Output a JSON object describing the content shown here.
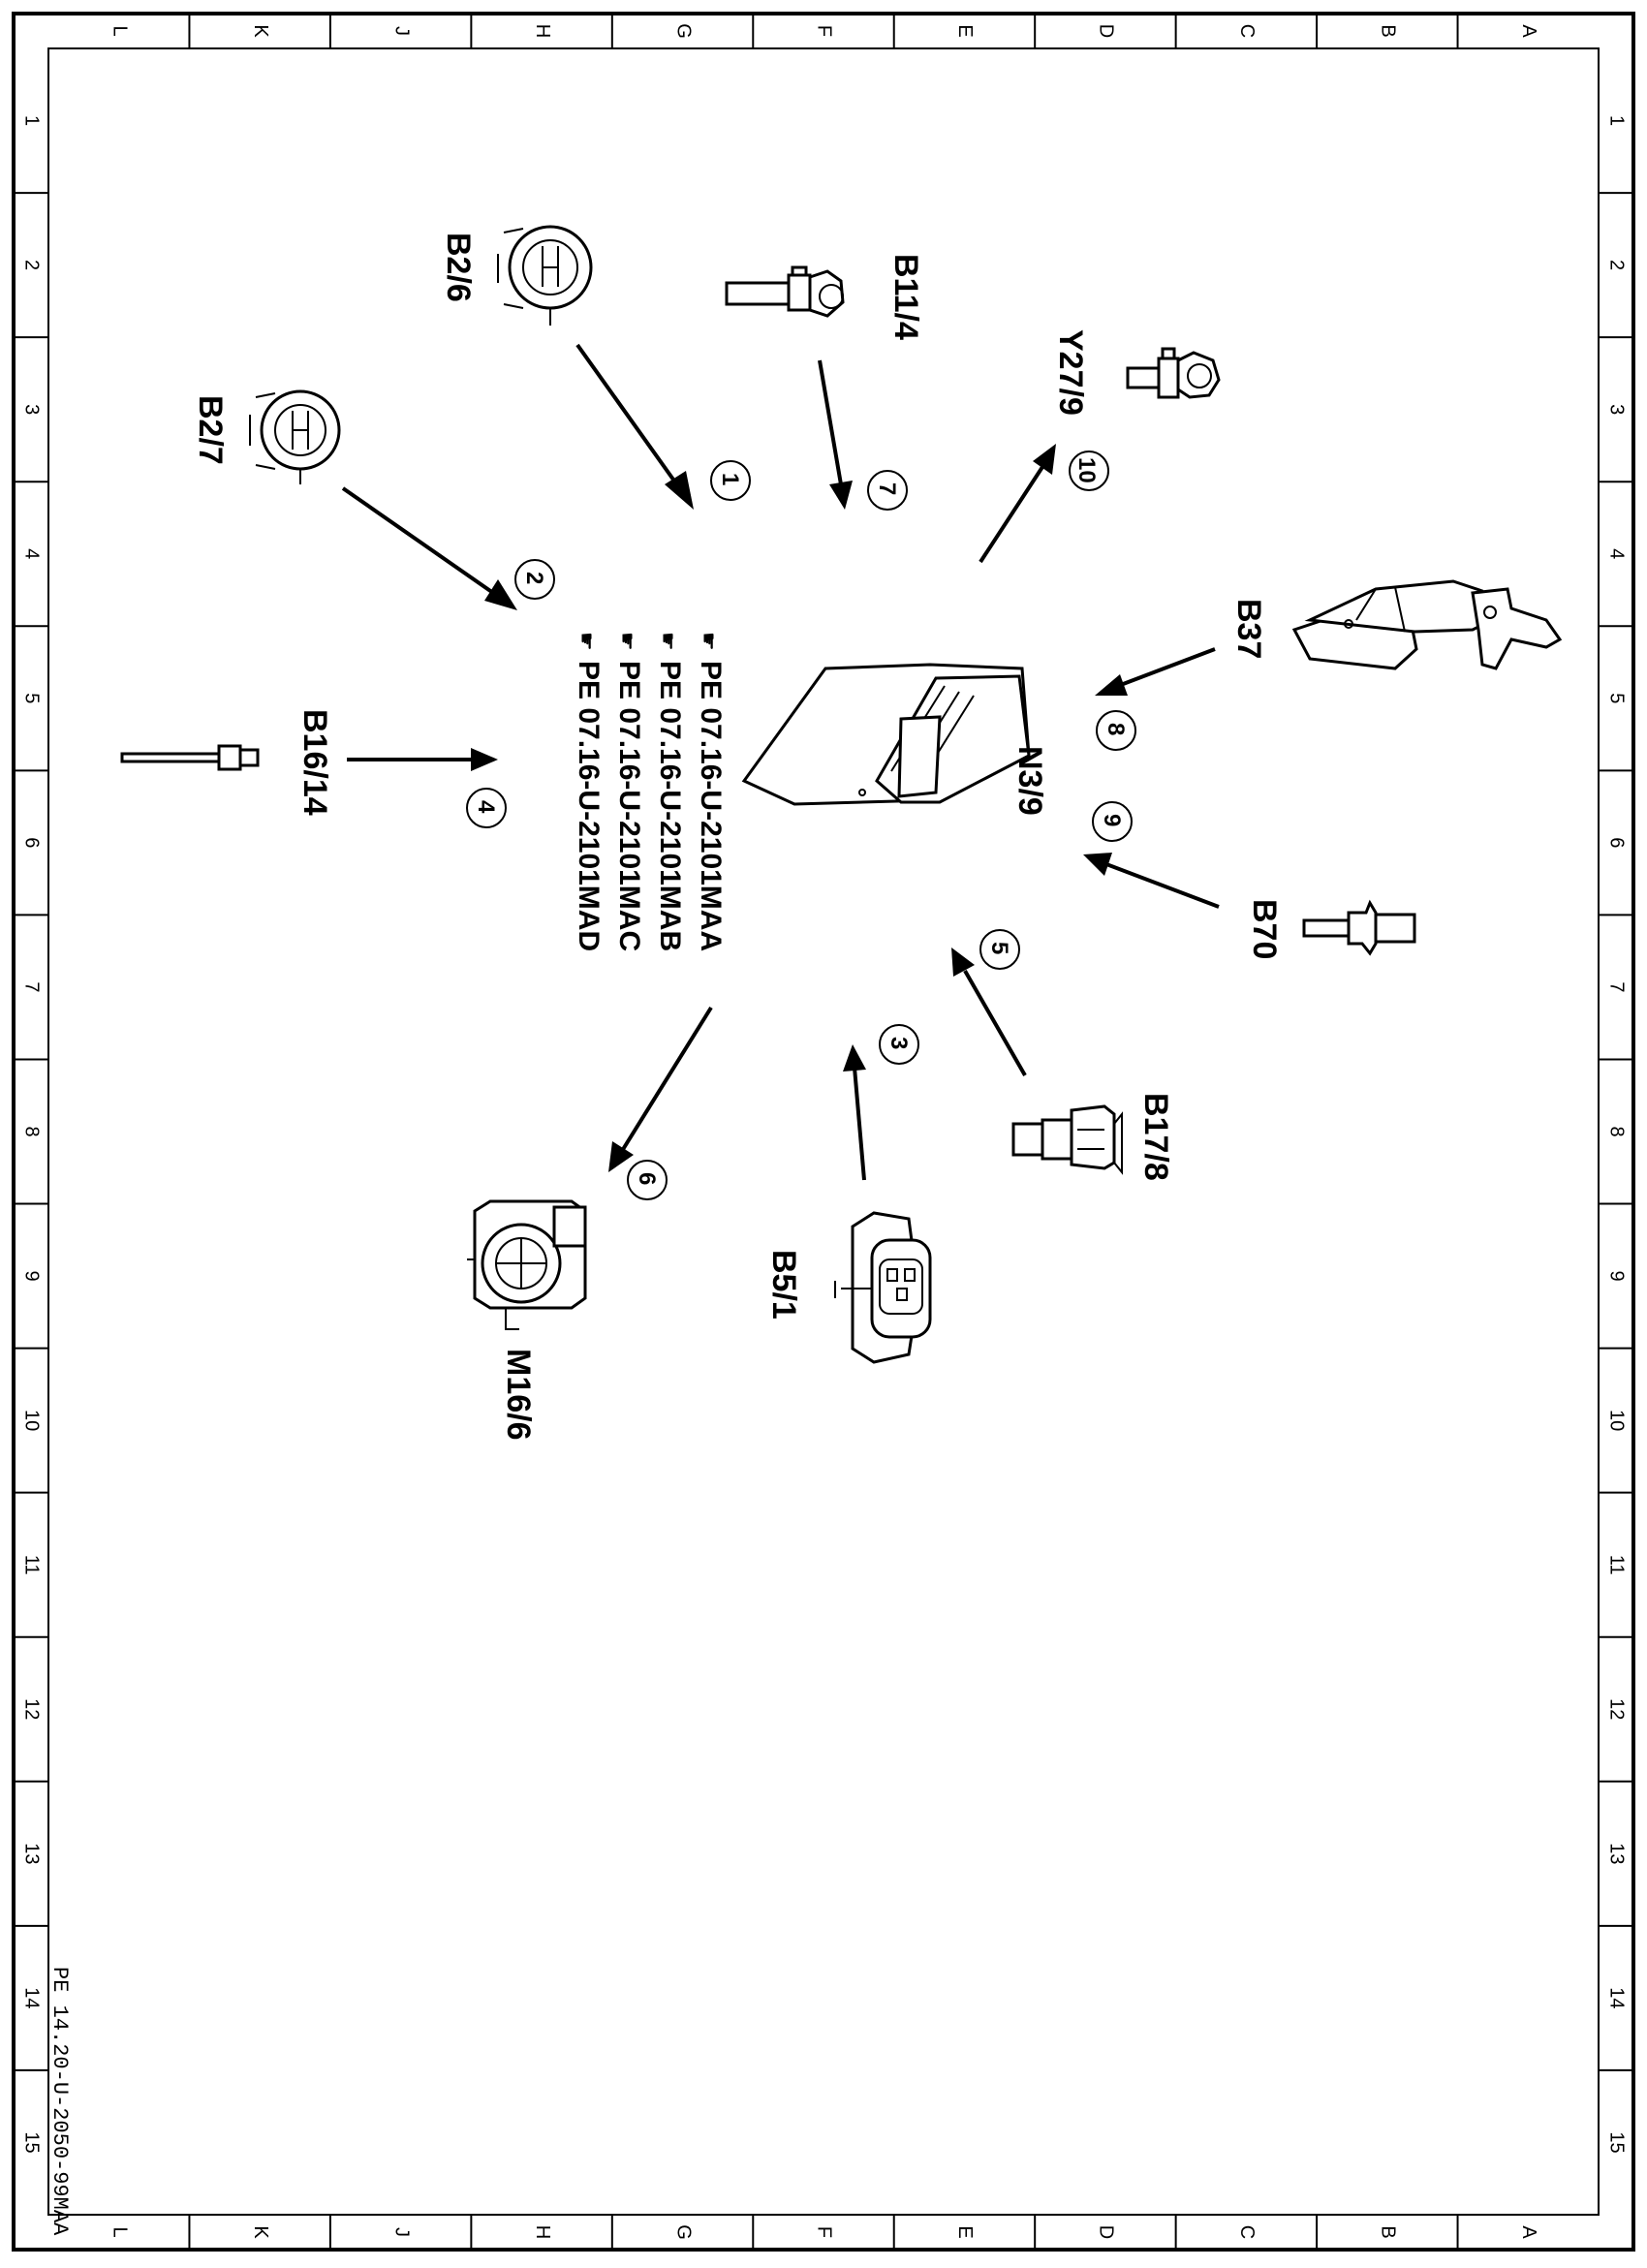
{
  "border": {
    "letters": [
      "L",
      "K",
      "J",
      "H",
      "G",
      "F",
      "E",
      "D",
      "C",
      "B",
      "A"
    ],
    "numbers": [
      "1",
      "2",
      "3",
      "4",
      "5",
      "6",
      "7",
      "8",
      "9",
      "10",
      "11",
      "12",
      "13",
      "14",
      "15"
    ]
  },
  "doc_code": "PE 14.20-U-2050-99MAA",
  "control_unit": {
    "label": "N3/9"
  },
  "references": [
    "PE 07.16-U-2101MAA",
    "PE 07.16-U-2101MAB",
    "PE 07.16-U-2101MAC",
    "PE 07.16-U-2101MAD"
  ],
  "parts": [
    {
      "label": "B2/6",
      "number": "1",
      "icon": "knock-sensor-icon"
    },
    {
      "label": "B2/7",
      "number": "2",
      "icon": "knock-sensor-icon"
    },
    {
      "label": "B5/1",
      "number": "3",
      "icon": "pressure-sensor-icon"
    },
    {
      "label": "B16/14",
      "number": "4",
      "icon": "temperature-sensor-icon"
    },
    {
      "label": "B17/8",
      "number": "5",
      "icon": "air-temperature-sensor-icon"
    },
    {
      "label": "M16/6",
      "number": "6",
      "icon": "throttle-actuator-icon"
    },
    {
      "label": "B11/4",
      "number": "7",
      "icon": "coolant-sensor-icon"
    },
    {
      "label": "B37",
      "number": "8",
      "icon": "accelerator-pedal-icon"
    },
    {
      "label": "B70",
      "number": "9",
      "icon": "crankshaft-sensor-icon"
    },
    {
      "label": "Y27/9",
      "number": "10",
      "icon": "egr-valve-icon"
    }
  ]
}
